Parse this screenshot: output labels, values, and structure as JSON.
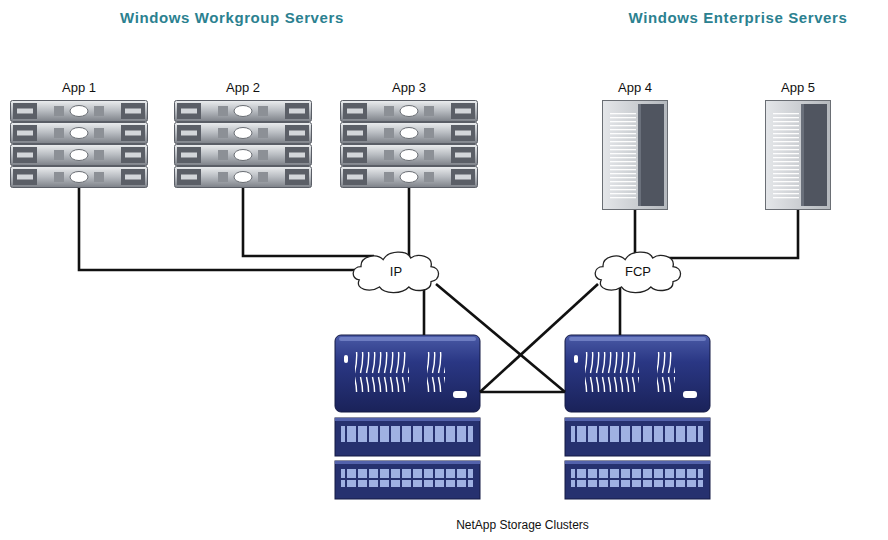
{
  "diagram": {
    "nodes": [
      {
        "text": [
          "App 1"
        ]
      },
      {
        "text": [
          "App 2"
        ]
      },
      {
        "text": [
          "App 3"
        ]
      },
      {
        "text": [
          "App 4"
        ]
      },
      {
        "text": [
          "App 5"
        ]
      },
      {
        "text": [
          "IP"
        ]
      },
      {
        "text": [
          "FCP"
        ]
      },
      {
        "text": [
          "NetApp Storage Clusters"
        ]
      }
    ],
    "edges": [
      {
        "from": 0,
        "to": 5,
        "arrow": "none"
      },
      {
        "from": 1,
        "to": 5,
        "arrow": "none"
      },
      {
        "from": 2,
        "to": 5,
        "arrow": "none"
      },
      {
        "from": 3,
        "to": 6,
        "arrow": "none"
      },
      {
        "from": 4,
        "to": 6,
        "arrow": "none"
      },
      {
        "from": 5,
        "to": 7,
        "arrow": "none"
      },
      {
        "from": 5,
        "to": 7,
        "arrow": "none"
      },
      {
        "from": 6,
        "to": 7,
        "arrow": "none"
      },
      {
        "from": 6,
        "to": 7,
        "arrow": "none"
      }
    ],
    "labels": [
      "Windows Workgroup Servers",
      "Windows Enterprise Servers"
    ]
  }
}
